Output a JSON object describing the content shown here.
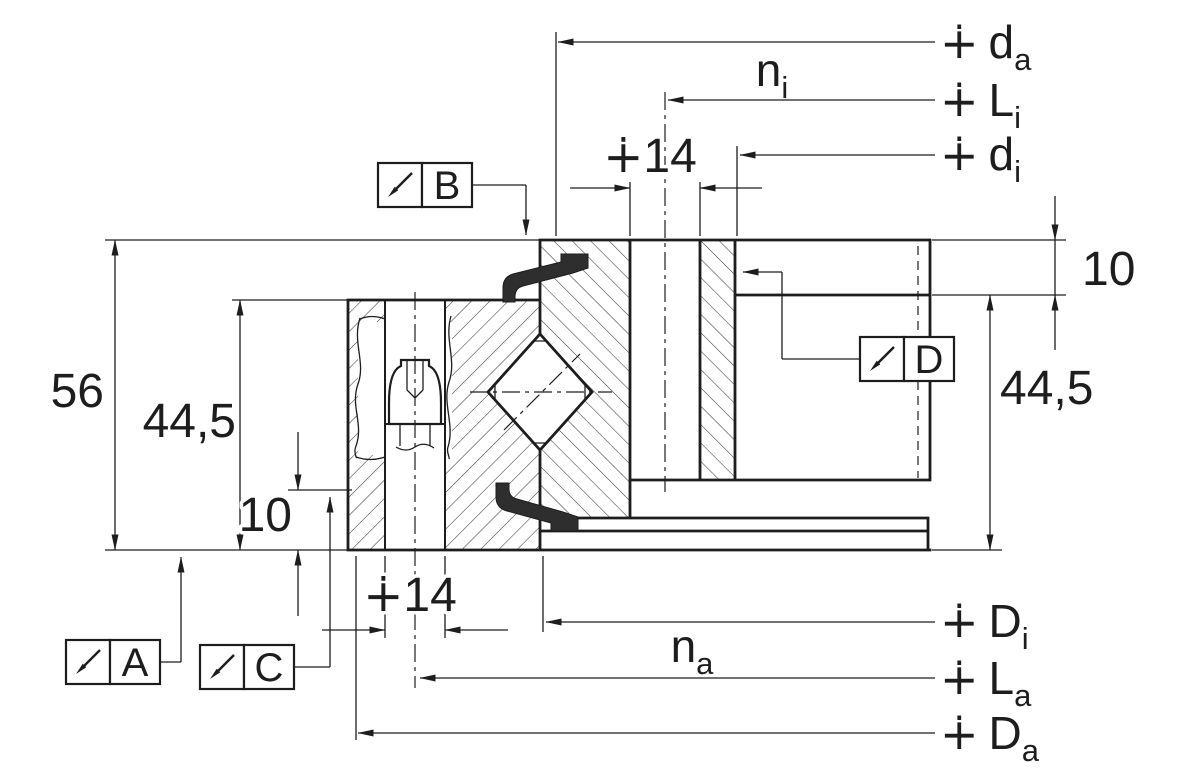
{
  "dims": {
    "total_height": "56",
    "left_ring_height": "44,5",
    "left_offset": "10",
    "bolt_hole_dia": "∔14",
    "top_hole_dia": "∔14",
    "right_offset": "10",
    "right_ring_height": "44,5"
  },
  "labels": {
    "d_a": {
      "prefix": "∔",
      "main": "d",
      "sub": "a"
    },
    "n_i": {
      "main": "n",
      "sub": "i"
    },
    "L_i": {
      "prefix": "∔",
      "main": "L",
      "sub": "i"
    },
    "d_i": {
      "prefix": "∔",
      "main": "d",
      "sub": "i"
    },
    "D_i": {
      "prefix": "∔",
      "main": "D",
      "sub": "i"
    },
    "n_a": {
      "main": "n",
      "sub": "a"
    },
    "L_a": {
      "prefix": "∔",
      "main": "L",
      "sub": "a"
    },
    "D_a": {
      "prefix": "∔",
      "main": "D",
      "sub": "a"
    }
  },
  "datums": {
    "a": "A",
    "b": "B",
    "c": "C",
    "d": "D"
  },
  "colors": {
    "line": "#1d1d1d",
    "seal": "#2e2e2e",
    "background": "#ffffff"
  }
}
